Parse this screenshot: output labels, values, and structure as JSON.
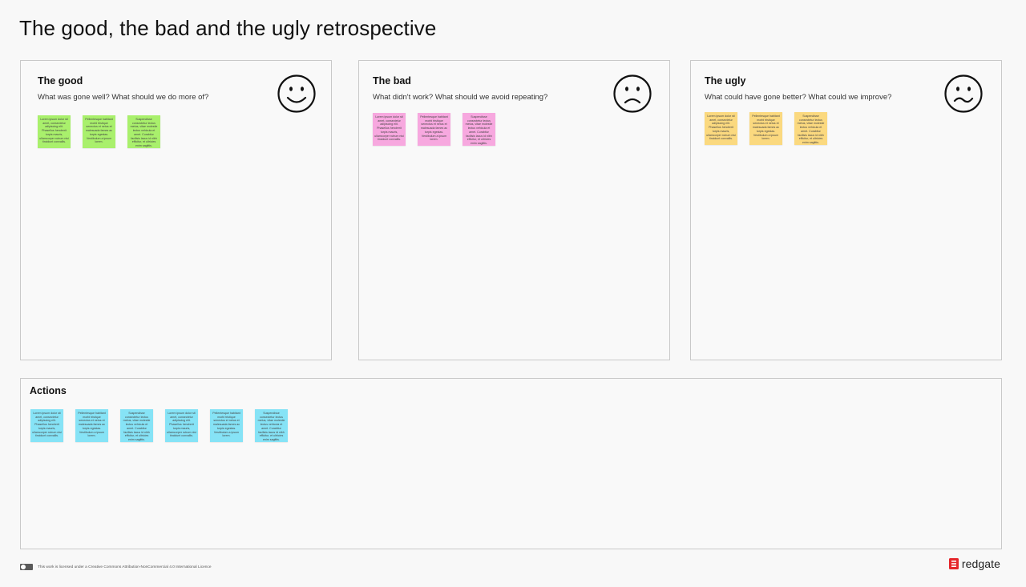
{
  "board": {
    "title": "The good, the bad and the ugly retrospective"
  },
  "colors": {
    "good_note": "#a9f06c",
    "bad_note": "#f7a8df",
    "ugly_note": "#fbd97f",
    "action_note": "#86e3f6",
    "panel_border": "#c9c9c9",
    "brand_red": "#e5252a"
  },
  "panels": {
    "good": {
      "title": "The good",
      "subtitle": "What was gone well? What should we do more of?",
      "face_icon": "smiling-face-icon",
      "notes": [
        "Lorem ipsum dolor sit amet, consectetur adipiscing elit. Phasellus hendrerit turpis mauris, ullamcorper rutrum nisi tincidunt convallis.",
        "Pellentesque habitant morbi tristique senectus et netus et malesuada fames ac turpis egestas. Vestibulum a ipsum lorem.",
        "Suspendisse consectetur lectus metus, vitae molestie lectus vehicula et amet. Curabitur facilisis lacus id nibh efficitur, et ultricies enim sagittis."
      ]
    },
    "bad": {
      "title": "The bad",
      "subtitle": "What didn't work? What should we avoid repeating?",
      "face_icon": "frowning-face-icon",
      "notes": [
        "Lorem ipsum dolor sit amet, consectetur adipiscing elit. Phasellus hendrerit turpis mauris, ullamcorper rutrum nisi tincidunt convallis.",
        "Pellentesque habitant morbi tristique senectus et netus et malesuada fames ac turpis egestas. Vestibulum a ipsum lorem.",
        "Suspendisse consectetur lectus metus, vitae molestie lectus vehicula et amet. Curabitur facilisis lacus id nibh efficitur, et ultricies enim sagittis."
      ]
    },
    "ugly": {
      "title": "The ugly",
      "subtitle": "What could have gone better? What could we improve?",
      "face_icon": "confounded-face-icon",
      "notes": [
        "Lorem ipsum dolor sit amet, consectetur adipiscing elit. Phasellus hendrerit turpis mauris, ullamcorper rutrum nisi tincidunt convallis.",
        "Pellentesque habitant morbi tristique senectus et netus et malesuada fames ac turpis egestas. Vestibulum a ipsum lorem.",
        "Suspendisse consectetur lectus metus, vitae molestie lectus vehicula et amet. Curabitur facilisis lacus id nibh efficitur, et ultricies enim sagittis."
      ]
    },
    "actions": {
      "title": "Actions",
      "notes": [
        "Lorem ipsum dolor sit amet, consectetur adipiscing elit. Phasellus hendrerit turpis mauris, ullamcorper rutrum nisi tincidunt convallis.",
        "Pellentesque habitant morbi tristique senectus et netus et malesuada fames ac turpis egestas. Vestibulum a ipsum lorem.",
        "Suspendisse consectetur lectus metus, vitae molestie lectus vehicula et amet. Curabitur facilisis lacus id nibh efficitur, et ultricies enim sagittis.",
        "Lorem ipsum dolor sit amet, consectetur adipiscing elit. Phasellus hendrerit turpis mauris, ullamcorper rutrum nisi tincidunt convallis.",
        "Pellentesque habitant morbi tristique senectus et netus et malesuada fames ac turpis egestas. Vestibulum a ipsum lorem.",
        "Suspendisse consectetur lectus metus, vitae molestie lectus vehicula et amet. Curabitur facilisis lacus id nibh efficitur, et ultricies enim sagittis."
      ]
    }
  },
  "footer": {
    "license_icon": "creative-commons-icon",
    "license_text": "This work is licensed under a Creative Commons Attribution-NonCommercial 4.0 International Licence",
    "brand_icon": "redgate-logo-icon",
    "brand_name": "redgate"
  }
}
